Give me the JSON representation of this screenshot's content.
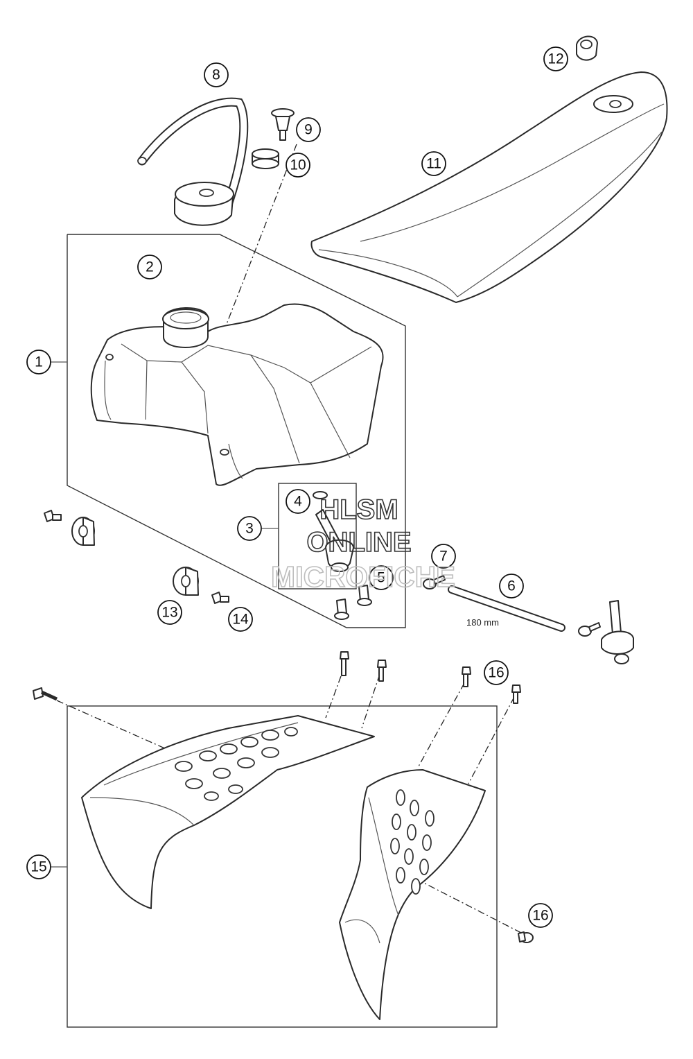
{
  "callouts": [
    {
      "id": "c1",
      "label": "1"
    },
    {
      "id": "c2",
      "label": "2"
    },
    {
      "id": "c3",
      "label": "3"
    },
    {
      "id": "c4",
      "label": "4"
    },
    {
      "id": "c5",
      "label": "5"
    },
    {
      "id": "c6",
      "label": "6"
    },
    {
      "id": "c7",
      "label": "7"
    },
    {
      "id": "c8",
      "label": "8"
    },
    {
      "id": "c9",
      "label": "9"
    },
    {
      "id": "c10",
      "label": "10"
    },
    {
      "id": "c11",
      "label": "11"
    },
    {
      "id": "c12",
      "label": "12"
    },
    {
      "id": "c13",
      "label": "13"
    },
    {
      "id": "c14",
      "label": "14"
    },
    {
      "id": "c15",
      "label": "15"
    },
    {
      "id": "c16a",
      "label": "16"
    },
    {
      "id": "c16b",
      "label": "16"
    }
  ],
  "dimension_label": "180 mm",
  "watermark": {
    "line1": "HLSM",
    "line2": "ONLINE",
    "line3": "MICROFICHE"
  }
}
